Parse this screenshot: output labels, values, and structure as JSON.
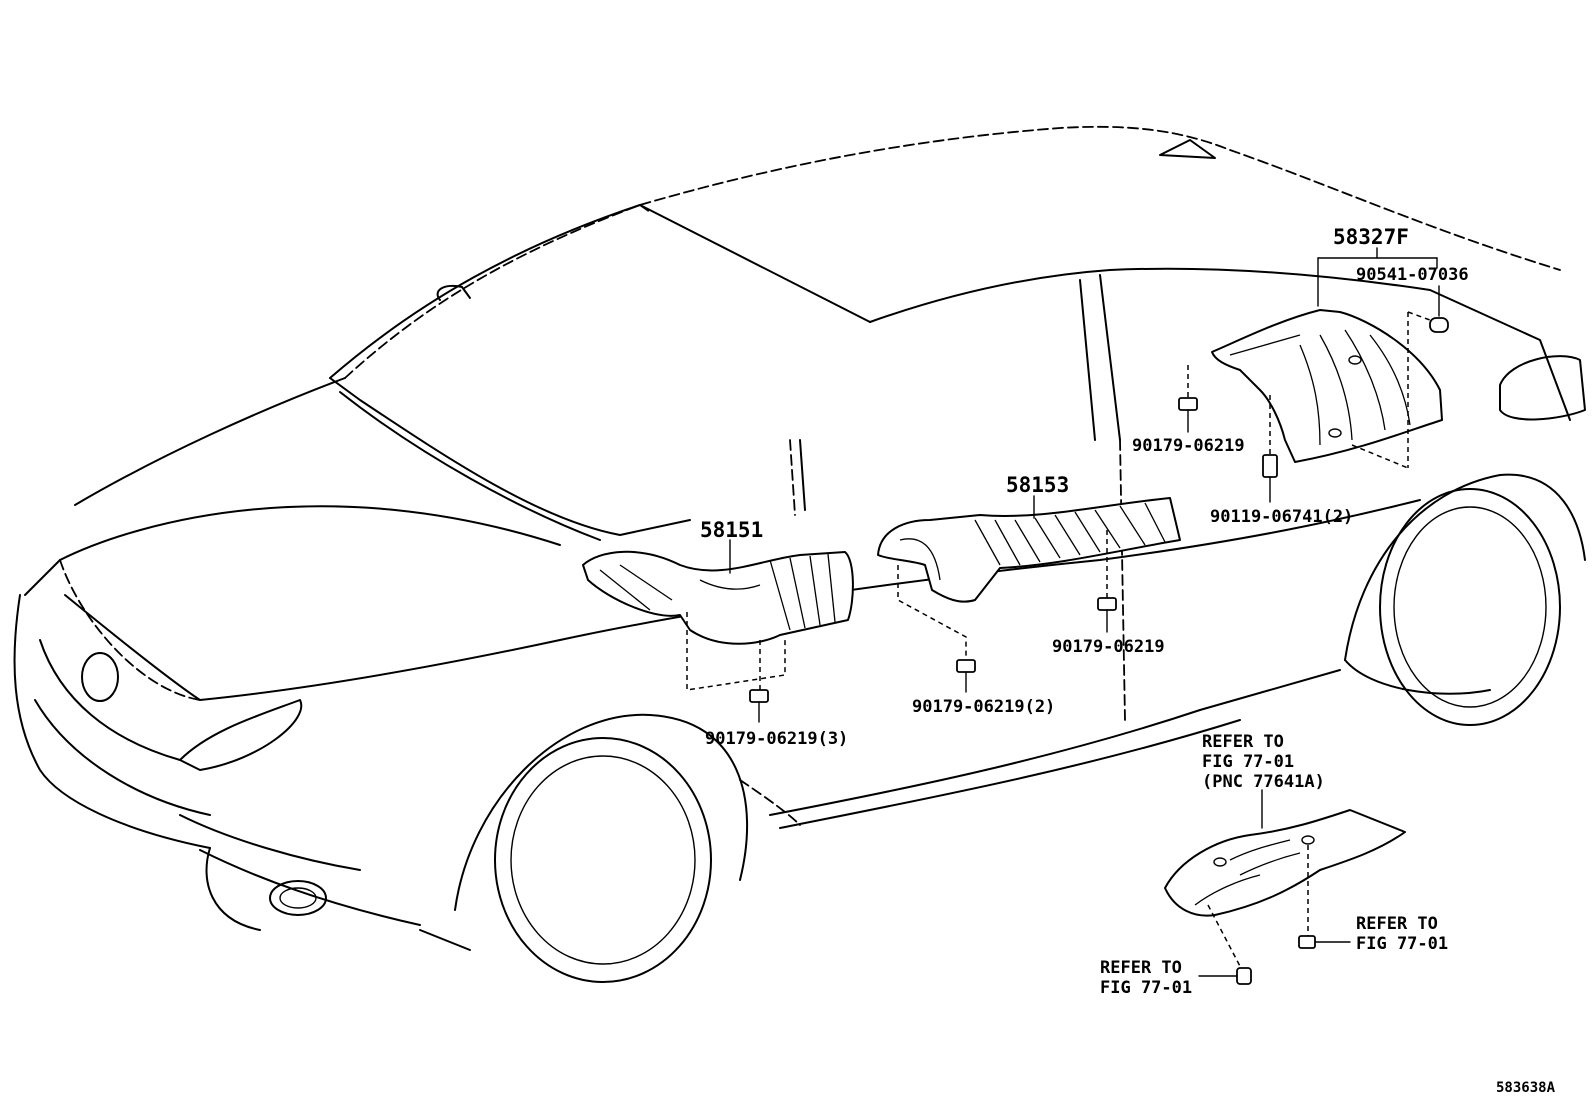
{
  "parts": {
    "p58327f": "58327F",
    "p90541": "90541-07036",
    "p90179_upper": "90179-06219",
    "p90119": "90119-06741(2)",
    "p58153": "58153",
    "p58151": "58151",
    "p90179_mid": "90179-06219",
    "p90179_2": "90179-06219(2)",
    "p90179_3": "90179-06219(3)"
  },
  "references": {
    "ref_pnc": [
      "REFER TO",
      "FIG 77-01",
      "(PNC 77641A)"
    ],
    "ref_right": [
      "REFER TO",
      "FIG 77-01"
    ],
    "ref_left": [
      "REFER TO",
      "FIG 77-01"
    ]
  },
  "illustration_id": "583638A"
}
